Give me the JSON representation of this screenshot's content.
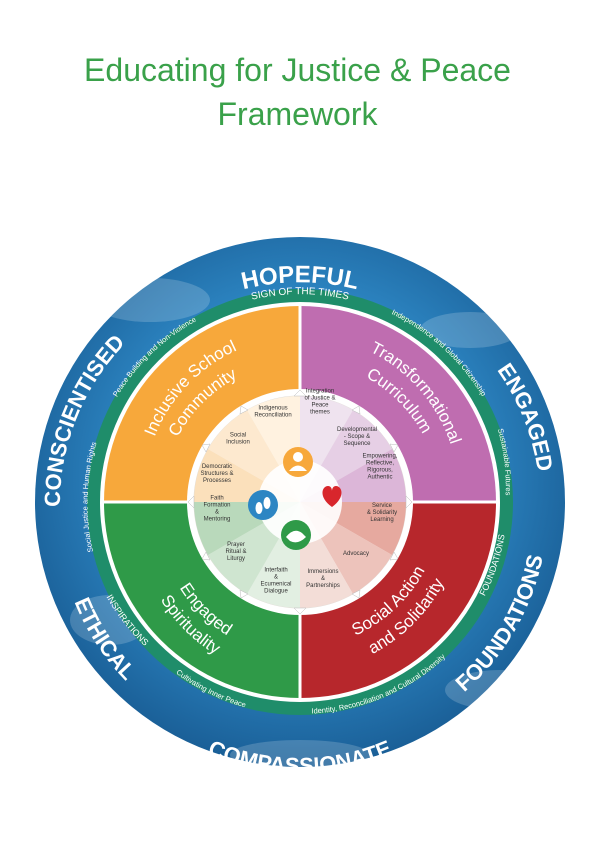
{
  "title_line1": "Educating for Justice & Peace",
  "title_line2": "Framework",
  "outer_words": {
    "top": "HOPEFUL",
    "left": "CONSCIENTISED",
    "right": "ENGAGED",
    "bottom": "COMPASSIONATE",
    "bottom_left": "ETHICAL",
    "bottom_right": "FOUNDATIONS"
  },
  "ring_labels": {
    "sign_of_times": "SIGN OF THE TIMES",
    "peace_building": "Peace Building and Non-Violence",
    "independence": "Independence and Global Citizenship",
    "social_justice": "Social Justice and Human Rights",
    "sustainable": "Sustainable Futures",
    "inspirations": "INSPIRATIONS",
    "foundations_inner": "FOUNDATIONS",
    "inner_peace": "Cultivating Inner Peace",
    "identity": "Identity, Reconciliation and Cultural Diversity"
  },
  "quadrants": {
    "tl_line1": "Inclusive School",
    "tl_line2": "Community",
    "tr_line1": "Transformational",
    "tr_line2": "Curriculum",
    "bl_line1": "Engaged",
    "bl_line2": "Spirituality",
    "br_line1": "Social Action",
    "br_line2": "and Solidarity"
  },
  "inner_items": [
    {
      "id": "indigenous",
      "lines": [
        "Indigenous",
        "Reconciliation"
      ]
    },
    {
      "id": "integration",
      "lines": [
        "Integration",
        "of Justice &",
        "Peace",
        "themes"
      ]
    },
    {
      "id": "developmental",
      "lines": [
        "Developmental",
        "- Scope &",
        "Sequence"
      ]
    },
    {
      "id": "empowering",
      "lines": [
        "Empowering,",
        "Reflective,",
        "Rigorous,",
        "Authentic"
      ]
    },
    {
      "id": "service",
      "lines": [
        "Service",
        "& Solidarity",
        "Learning"
      ]
    },
    {
      "id": "advocacy",
      "lines": [
        "Advocacy"
      ]
    },
    {
      "id": "immersions",
      "lines": [
        "Immersions",
        "&",
        "Partnerships"
      ]
    },
    {
      "id": "interfaith",
      "lines": [
        "Interfaith",
        "&",
        "Ecumenical",
        "Dialogue"
      ]
    },
    {
      "id": "prayer",
      "lines": [
        "Prayer",
        "Ritual &",
        "Liturgy"
      ]
    },
    {
      "id": "faith",
      "lines": [
        "Faith",
        "Formation",
        "&",
        "Mentoring"
      ]
    },
    {
      "id": "democratic",
      "lines": [
        "Democratic",
        "Structures &",
        "Processes"
      ]
    },
    {
      "id": "social_inclusion",
      "lines": [
        "Social",
        "Inclusion"
      ]
    }
  ],
  "colors": {
    "title": "#3aa14a",
    "orange": "#f7a83b",
    "purple": "#bf6db0",
    "green": "#2f9a48",
    "red": "#b7272c",
    "band": "#1f8d6a",
    "globe": "#2d86c3"
  },
  "icons": [
    "person-icon",
    "heart-icon",
    "footprints-icon",
    "handshake-icon"
  ]
}
